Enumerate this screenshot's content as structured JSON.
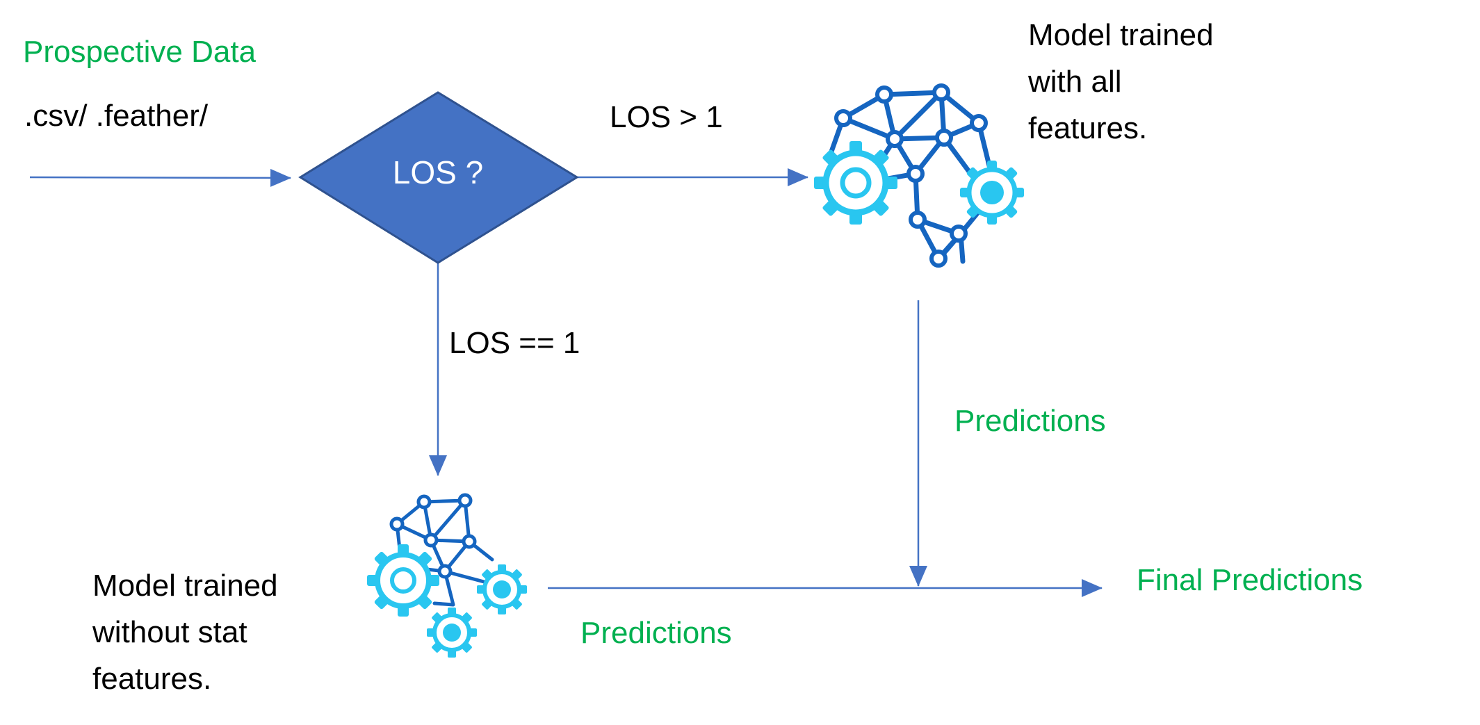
{
  "labels": {
    "prospective_data": "Prospective Data",
    "file_formats": ".csv/ .feather/",
    "decision": "LOS ?",
    "branch_gt": "LOS > 1",
    "branch_eq": "LOS == 1",
    "model_all_features": [
      "Model trained",
      "with all",
      "features."
    ],
    "model_no_stat": [
      "Model trained",
      "without stat",
      "features."
    ],
    "predictions_right": "Predictions",
    "predictions_bottom": "Predictions",
    "final_predictions": "Final Predictions"
  },
  "icons": {
    "model_all_features": "brain-network-gears-icon",
    "model_no_stat": "network-gears-icon"
  },
  "colors": {
    "diamond_fill": "#4472c4",
    "diamond_border": "#2f528f",
    "arrow": "#4472c4",
    "network": "#1565c0",
    "gear": "#29c6f0",
    "green_text": "#00b050"
  }
}
